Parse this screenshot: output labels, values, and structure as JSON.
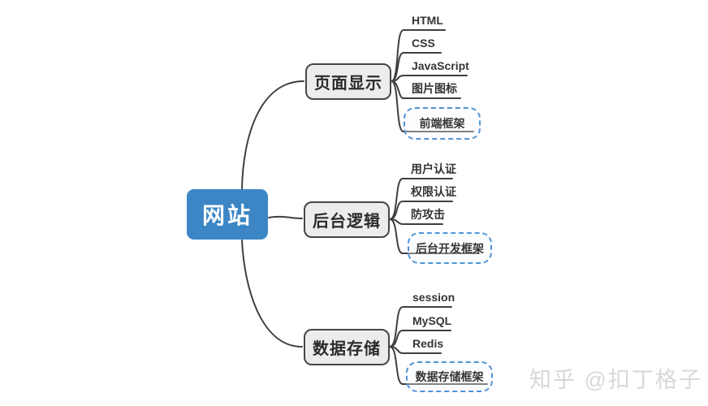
{
  "map": {
    "root": {
      "label": "网站"
    },
    "branches": [
      {
        "label": "页面显示",
        "children": [
          {
            "label": "HTML"
          },
          {
            "label": "CSS"
          },
          {
            "label": "JavaScript"
          },
          {
            "label": "图片图标"
          },
          {
            "label": "前端框架",
            "framed": true
          }
        ]
      },
      {
        "label": "后台逻辑",
        "children": [
          {
            "label": "用户认证"
          },
          {
            "label": "权限认证"
          },
          {
            "label": "防攻击"
          },
          {
            "label": "后台开发框架",
            "framed": true
          }
        ]
      },
      {
        "label": "数据存储",
        "children": [
          {
            "label": "session"
          },
          {
            "label": "MySQL"
          },
          {
            "label": "Redis"
          },
          {
            "label": "数据存储框架",
            "framed": true
          }
        ]
      }
    ]
  },
  "watermark": {
    "text": "知乎 @扣丁格子"
  },
  "colors": {
    "root_fill": "#3c86c6",
    "root_text": "#ffffff",
    "branch_fill": "#ececec",
    "branch_border": "#464646",
    "connector": "#3f3f3f",
    "frame_border": "#4e94d6",
    "topic_text": "#353535",
    "watermark": "#d8d8d8"
  }
}
